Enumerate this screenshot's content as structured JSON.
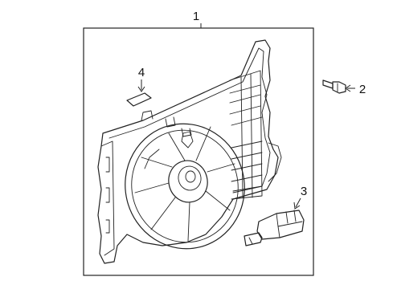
{
  "diagram": {
    "callouts": {
      "fan_assembly": "1",
      "bolt": "2",
      "resistor": "3",
      "label": "4"
    }
  }
}
